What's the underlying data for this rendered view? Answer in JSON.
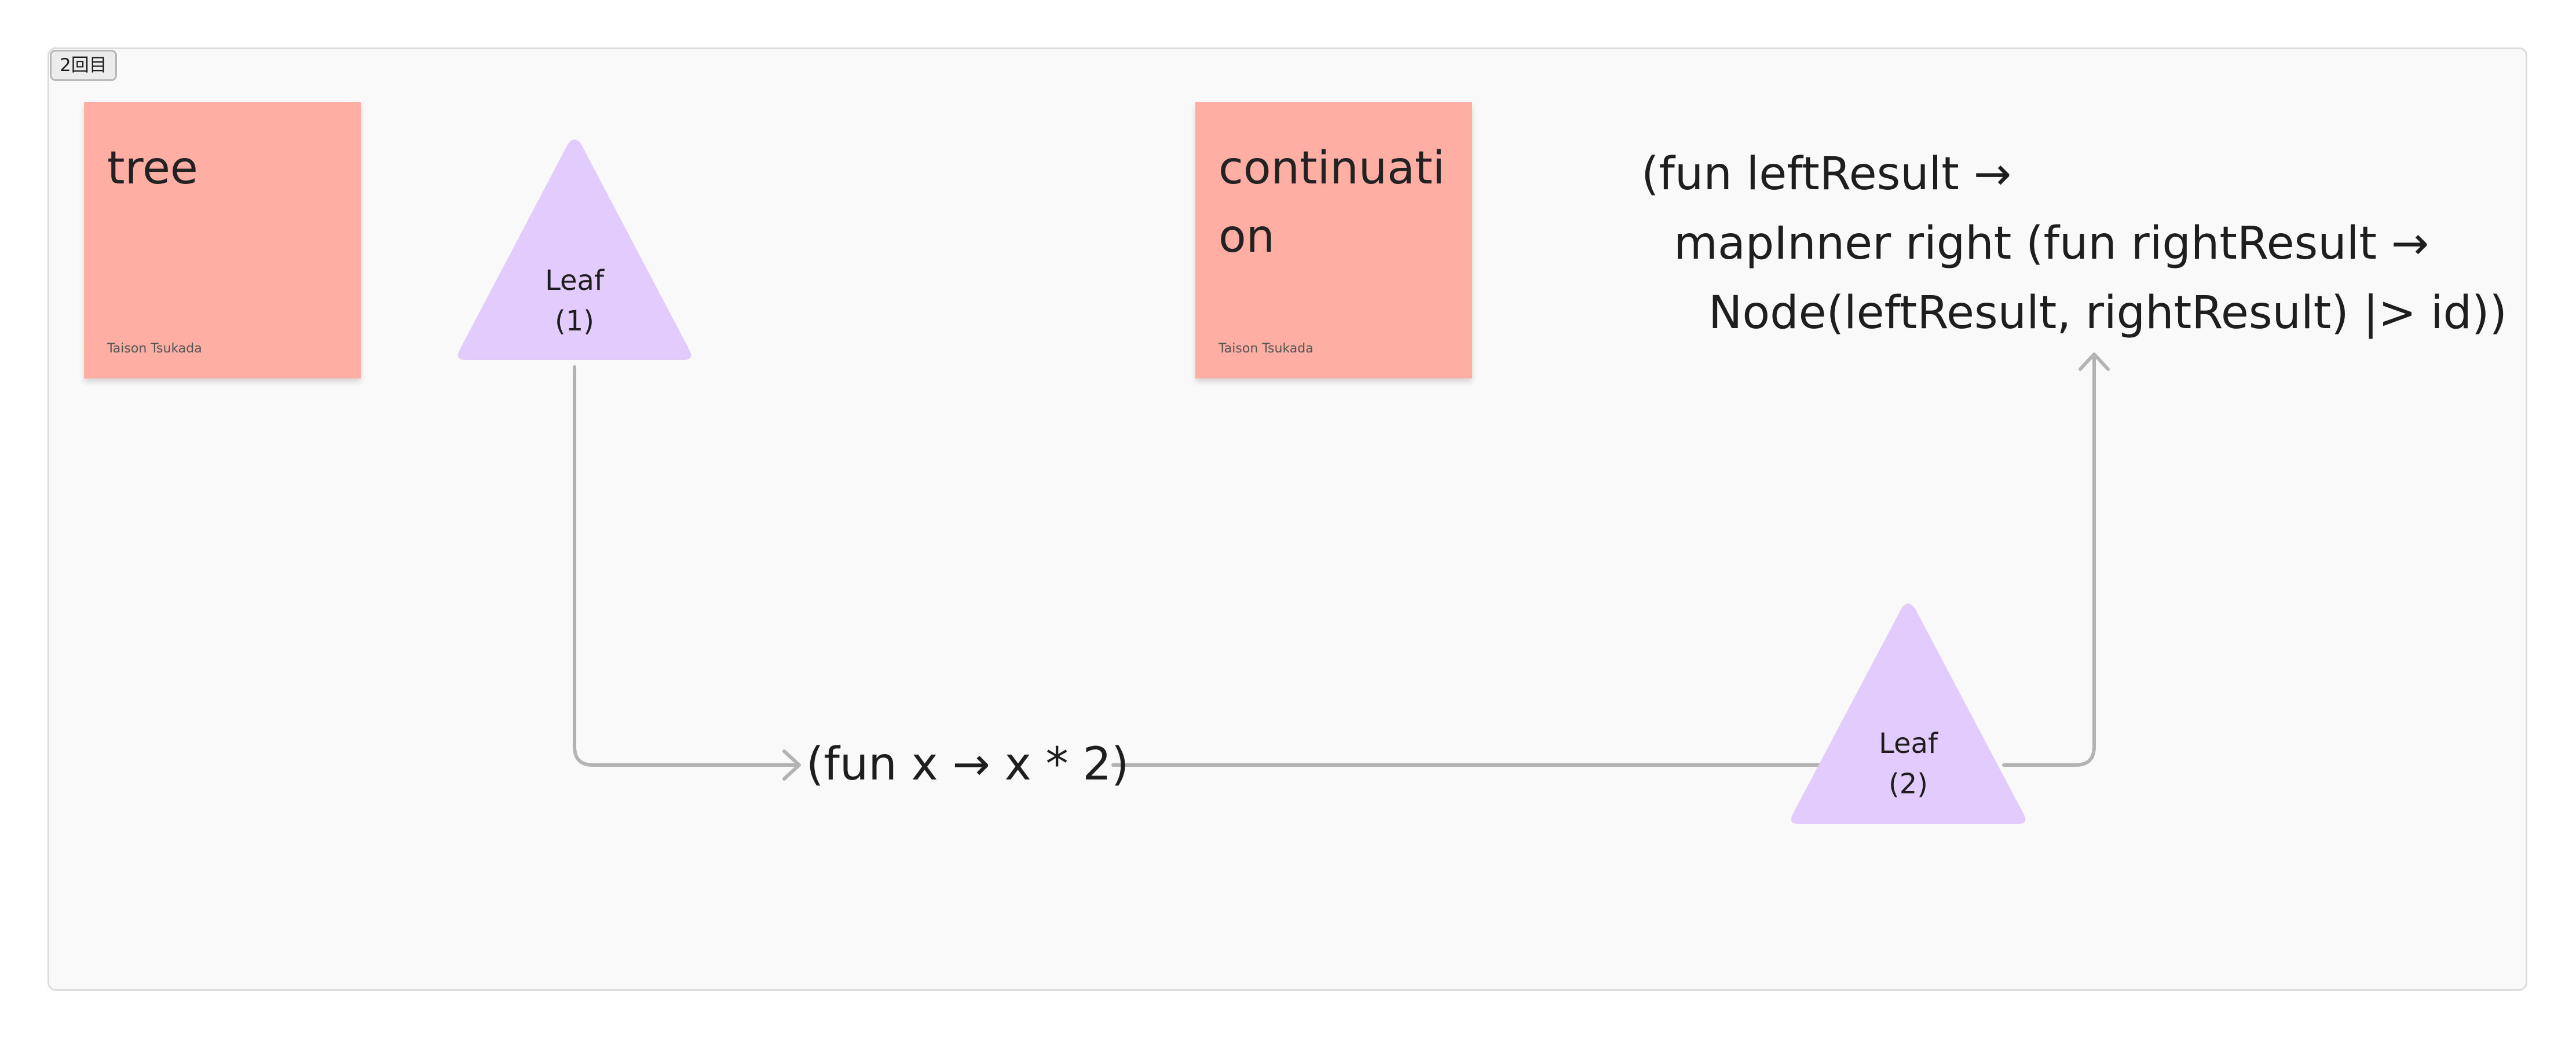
{
  "frame": {
    "label": "2回目"
  },
  "stickies": [
    {
      "text": "tree",
      "author": "Taison Tsukada"
    },
    {
      "text": "continuation",
      "author": "Taison Tsukada"
    }
  ],
  "leaves": [
    {
      "line1": "Leaf",
      "line2": "(1)"
    },
    {
      "line1": "Leaf",
      "line2": "(2)"
    }
  ],
  "code": {
    "lambda": "(fun x → x * 2)",
    "continuation_lines": [
      "(fun leftResult →",
      "mapInner right (fun rightResult →",
      "Node(leftResult, rightResult) |> id))"
    ]
  },
  "colors": {
    "sticky": "#ffaea3",
    "triangle": "#e2cbfd",
    "connector": "#b3b3b3",
    "frame_background": "#f9f9f9"
  }
}
